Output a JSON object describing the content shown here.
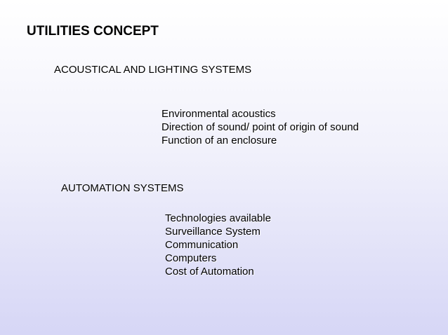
{
  "slide": {
    "title": "UTILITIES CONCEPT",
    "sections": [
      {
        "heading": "ACOUSTICAL AND LIGHTING  SYSTEMS",
        "items": [
          "Environmental acoustics",
          "Direction of sound/ point of origin of sound",
          "Function of an enclosure"
        ]
      },
      {
        "heading": "AUTOMATION  SYSTEMS",
        "items": [
          "Technologies available",
          "Surveillance System",
          "Communication",
          "Computers",
          "Cost of Automation"
        ]
      }
    ]
  },
  "colors": {
    "text": "#000000",
    "background_top": "#ffffff",
    "background_bottom": "#d6d6f6"
  }
}
